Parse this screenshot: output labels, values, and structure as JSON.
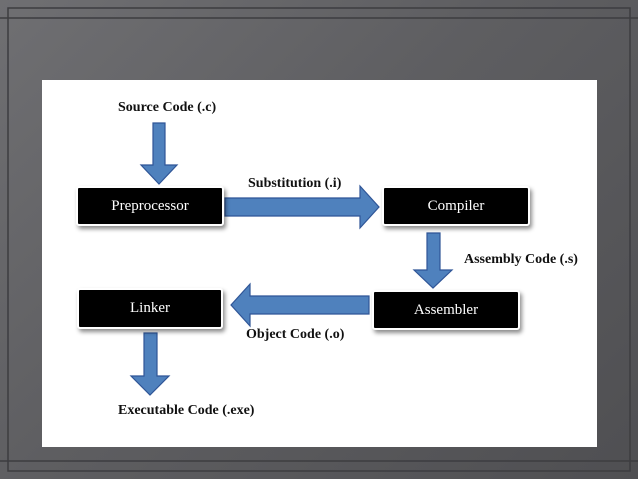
{
  "colors": {
    "slide_background": "#606063",
    "panel": "#ffffff",
    "box_fill": "#000000",
    "box_text": "#ffffff",
    "arrow_fill": "#4f81bd",
    "arrow_stroke": "#2f5597"
  },
  "diagram": {
    "nodes": {
      "preprocessor": "Preprocessor",
      "compiler": "Compiler",
      "assembler": "Assembler",
      "linker": "Linker"
    },
    "edges": {
      "source": "Source Code (.c)",
      "substitution": "Substitution (.i)",
      "assembly": "Assembly Code (.s)",
      "object": "Object Code (.o)",
      "executable": "Executable Code (.exe)"
    }
  }
}
